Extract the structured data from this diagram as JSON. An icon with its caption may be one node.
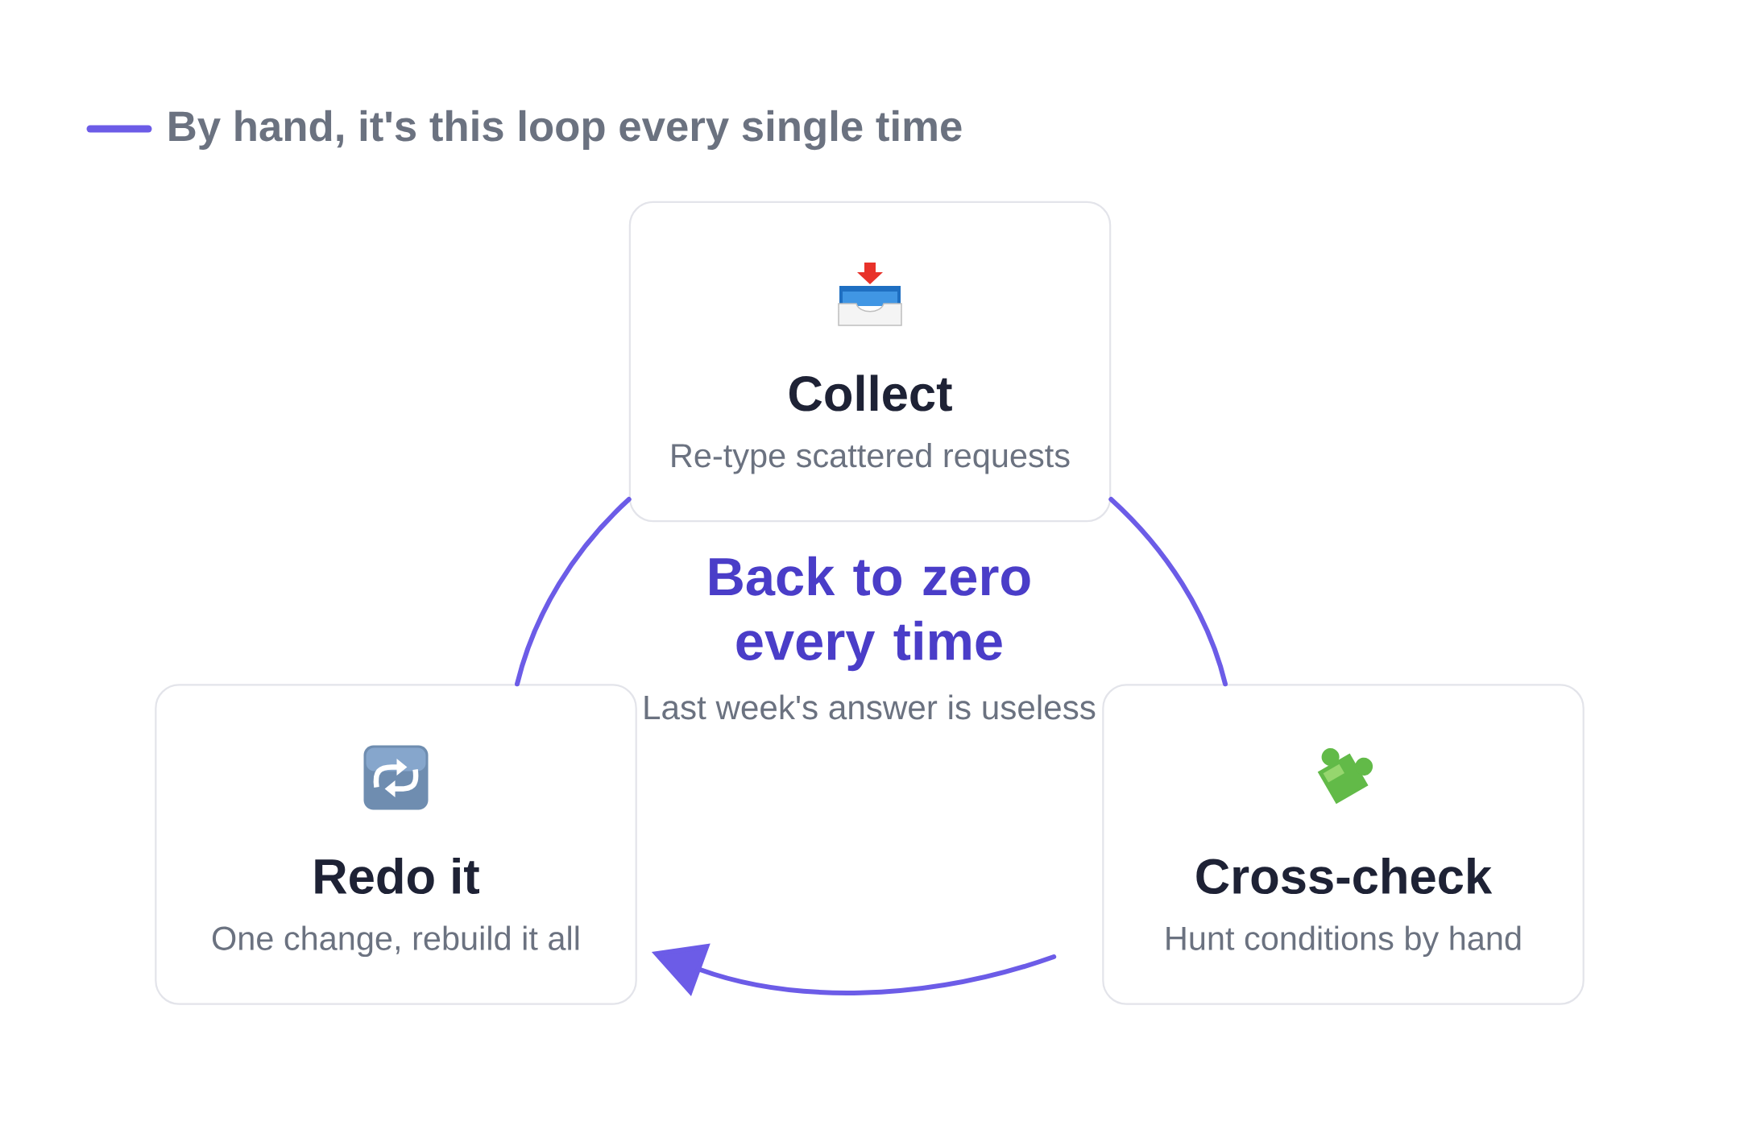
{
  "diagram": {
    "nodes": [
      {
        "text": [
          "Collect",
          "Re-type scattered requests"
        ]
      },
      {
        "text": [
          "Redo it",
          "One change, rebuild it all"
        ]
      },
      {
        "text": [
          "Cross-check",
          "Hunt conditions by hand"
        ]
      }
    ],
    "edges": [
      {
        "from": 0,
        "to": 2,
        "arrow": "none"
      },
      {
        "from": 2,
        "to": 1,
        "arrow": "to"
      },
      {
        "from": 1,
        "to": 0,
        "arrow": "none"
      }
    ],
    "labels": [
      "Back to zero every time",
      "Last week's answer is useless"
    ],
    "legend": [
      {
        "text": "By hand, it's this loop every single time"
      }
    ]
  }
}
